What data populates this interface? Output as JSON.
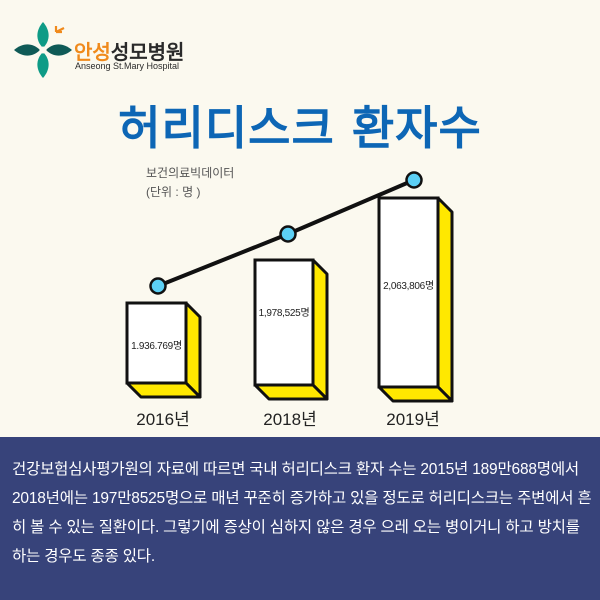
{
  "logo": {
    "name_ko_part1": "안성",
    "name_ko_part2": "성모병원",
    "name_en": "Anseong St.Mary Hospital",
    "colors": {
      "teal": "#0e9b86",
      "dark_teal": "#0f5a56",
      "orange": "#f08a1c"
    }
  },
  "header": {
    "title": "허리디스크 환자수",
    "title_color": "#0d66b5"
  },
  "source": {
    "line1": "보건의료빅데이터",
    "line2": "(단위 : 명 )"
  },
  "bars": [
    {
      "year": "2016년",
      "label": "1.936.769명"
    },
    {
      "year": "2018년",
      "label": "1,978,525명"
    },
    {
      "year": "2019년",
      "label": "2,063,806명"
    }
  ],
  "chart_data": {
    "type": "bar",
    "title": "허리디스크 환자수",
    "subtitle": "보건의료빅데이터 (단위 : 명 )",
    "categories": [
      "2016년",
      "2018년",
      "2019년"
    ],
    "values": [
      1936769,
      1978525,
      2063806
    ],
    "value_labels": [
      "1.936.769명",
      "1,978,525명",
      "2,063,806명"
    ],
    "overlay_line": true,
    "xlabel": "",
    "ylabel": "",
    "grid": false,
    "colors": {
      "bar_face": "#ffffff",
      "bar_side": "#ffe800",
      "line": "#111111",
      "marker": "#5cd0f5"
    }
  },
  "panel": {
    "background": "#37437a",
    "text": "건강보험심사평가원의 자료에 따르면 국내 허리디스크 환자 수는 2015년 189만688명에서 2018년에는 197만8525명으로 매년 꾸준히 증가하고 있을 정도로 허리디스크는 주변에서 흔히 볼 수 있는 질환이다. 그렇기에 증상이 심하지 않은 경우 으레 오는 병이거니 하고 방치를 하는 경우도 종종 있다."
  }
}
